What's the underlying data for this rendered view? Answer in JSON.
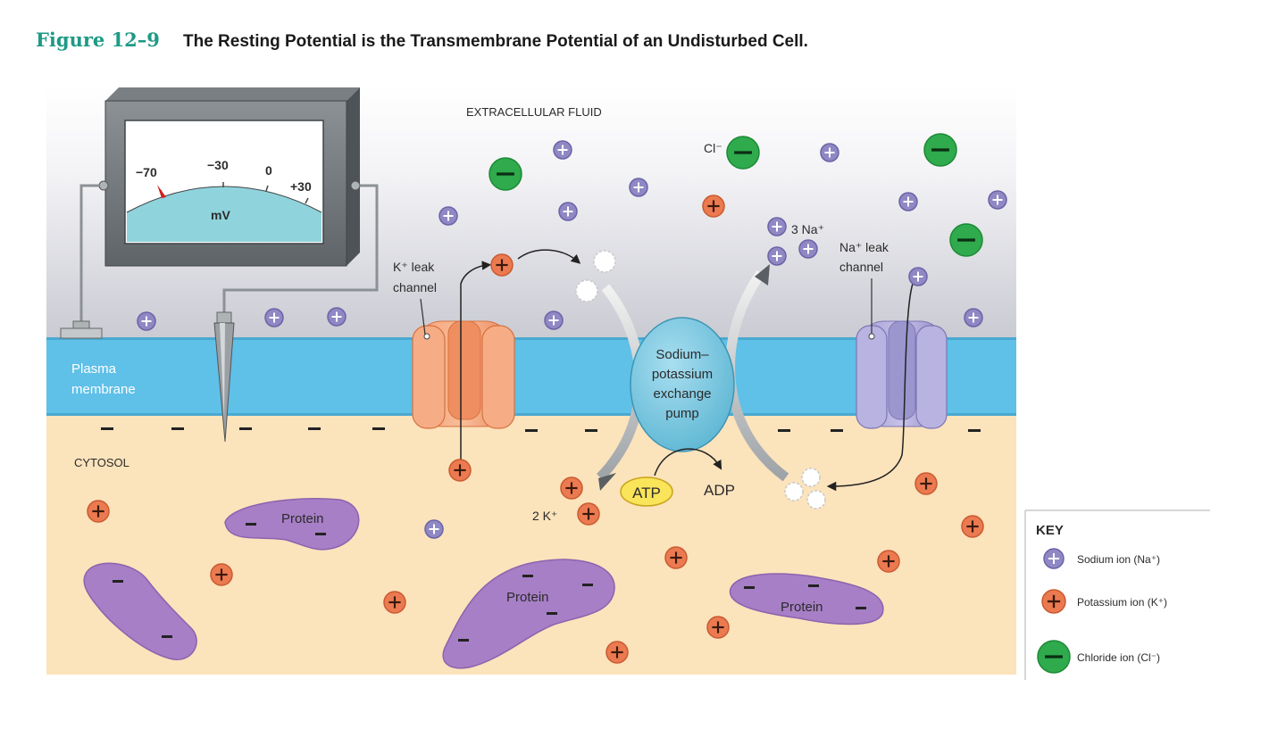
{
  "figure": {
    "number": "Figure 12–9",
    "title": "The Resting Potential is the Transmembrane Potential of an Undisturbed Cell."
  },
  "regions": {
    "extracellular": "EXTRACELLULAR FLUID",
    "membrane_line1": "Plasma",
    "membrane_line2": "membrane",
    "cytosol": "CYTOSOL"
  },
  "voltmeter": {
    "ticks": [
      "−70",
      "−30",
      "0",
      "+30"
    ],
    "unit": "mV",
    "needle_value": -70
  },
  "channels": {
    "k_leak_line1": "K⁺ leak",
    "k_leak_line2": "channel",
    "na_leak_line1": "Na⁺ leak",
    "na_leak_line2": "channel"
  },
  "pump": {
    "line1": "Sodium–",
    "line2": "potassium",
    "line3": "exchange",
    "line4": "pump",
    "atp": "ATP",
    "adp": "ADP",
    "na_out": "3 Na⁺",
    "k_in": "2 K⁺"
  },
  "chloride_label": "Cl⁻",
  "protein_label": "Protein",
  "key": {
    "title": "KEY",
    "sodium": "Sodium ion (Na⁺)",
    "potassium": "Potassium ion (K⁺)",
    "chloride": "Chloride ion (Cl⁻)"
  },
  "colors": {
    "sodium": "#8f88c4",
    "potassium": "#ec7a50",
    "chloride": "#2faa4c",
    "membrane": "#5fc0e8",
    "cytosol": "#fbe3bc",
    "protein": "#a77fc6",
    "k_channel": "#f59a6b",
    "na_channel": "#a9a3d6",
    "pump": "#7fcbe0",
    "figure_accent": "#1e9a86"
  }
}
